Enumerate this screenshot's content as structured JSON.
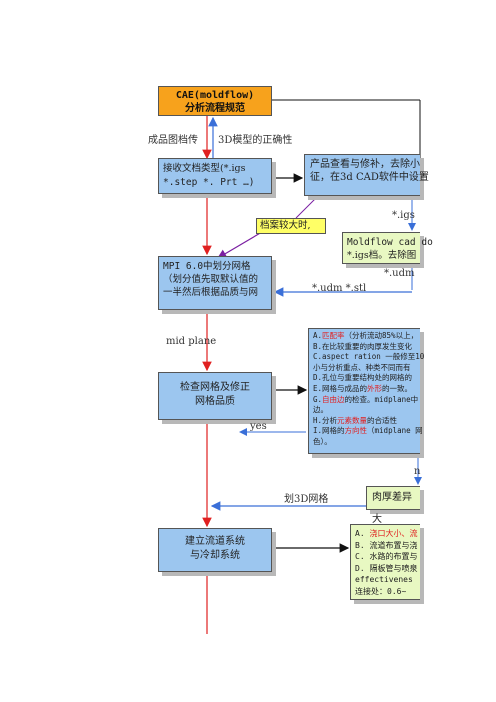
{
  "header_box": {
    "line1": "CAE(moldflow)",
    "line2": "分析流程规范"
  },
  "labels": {
    "finished_part": "成品图档传",
    "model_check": "3D模型的正确性",
    "igs": "*.igs",
    "udm": "*.udm",
    "udm_stl": "*.udm  *.stl",
    "mid_plane": "mid plane",
    "yes": "yes",
    "mesh_3d": "划3D网格",
    "side_mark": "n"
  },
  "receive_box": {
    "line1": "接收文档类型(*.igs",
    "line2": "*.step  *. Prt  …)"
  },
  "inspect_box": {
    "line1": "产品查看与修补，去除小",
    "line2": "征，在3d CAD软件中设置"
  },
  "file_large_box": {
    "text": "档案较大时,"
  },
  "cad_doctor_box": {
    "line1": "Moldflow cad do",
    "line2": "*.igs档。去除图"
  },
  "mesh_box": {
    "line1": "MPI 6.0中划分网格",
    "line2": "（划分值先取默认值的",
    "line3": "一半然后根据品质与网"
  },
  "check_mesh_box": {
    "line1": "检查网格及修正",
    "line2": "网格品质"
  },
  "criteria_list": {
    "a_prefix": "A.",
    "a_red": "匹配率",
    "a_rest": "（分析流动85%以上，",
    "b": "B.在比较重要的肉厚发生变化",
    "c1": "C.aspect ration 一般修至10",
    "c2": "小与分析重点、种类不同而有",
    "d": "D.孔位与重要结构处的网格的",
    "e_prefix": "E.网格与成品的",
    "e_red": "外形",
    "e_rest": "的一致。",
    "g_prefix": "G.",
    "g_red": "自由边",
    "g_rest": "的检查。midplane中",
    "g2": "边。",
    "h_prefix": "H.分析",
    "h_red": "元素数量",
    "h_rest": "的合适性",
    "i_prefix": "I.网格的",
    "i_red": "方向性",
    "i_rest": "（midplane 网",
    "i2": "色）。"
  },
  "thickness_box": {
    "text": "肉厚差异大"
  },
  "runner_box": {
    "line1": "建立流道系统",
    "line2": "与冷却系统"
  },
  "runner_list": {
    "a_prefix": "A.  ",
    "a_red": "浇口大小、流",
    "b": "B.  流道布置与浇",
    "c": "C.  水路的布置与",
    "d": "D.  隔板管与喷泉",
    "e": "    effectivenes",
    "f": "    连接处：0.6~"
  },
  "colors": {
    "blue_box": "#9cc6ef",
    "green_box": "#e8f8c2",
    "yellow_box": "#ffff66",
    "orange_box": "#f7a21c",
    "red_line": "#e02020",
    "blue_line": "#3a6fd8",
    "purple_line": "#7b1fa2"
  }
}
